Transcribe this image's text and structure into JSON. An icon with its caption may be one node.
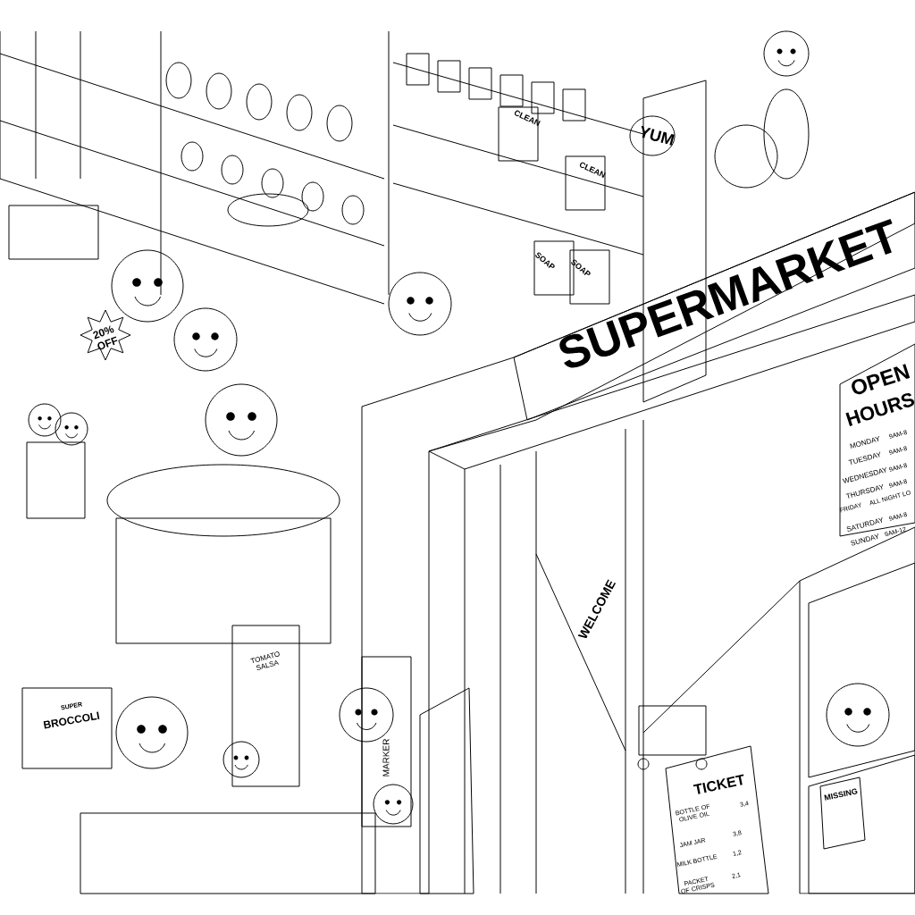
{
  "diagram": {
    "labels": [
      "CLEAN",
      "CLEAN",
      "YUM",
      "SOAP",
      "SOAP",
      "SUPERMARKET",
      "20% OFF",
      "OPEN",
      "HOURS",
      "MONDAY",
      "9AM-8",
      "TUESDAY",
      "9AM-8",
      "WEDNESDAY",
      "9AM-8",
      "THURSDAY",
      "9AM-8",
      "FRIDAY",
      "ALL NIGHT LO",
      "SATURDAY",
      "9AM-8",
      "SUNDAY",
      "9AM-12",
      "WELCOME",
      "TOMATO SALSA",
      "SUPER",
      "BROCCOLI",
      "MARKER",
      "TICKET",
      "BOTTLE OF OLIVE OIL",
      "3,4",
      "JAM JAR",
      "3,8",
      "MILK BOTTLE",
      "1,2",
      "PACKET OF CRISPS",
      "2,1",
      "MISSING"
    ]
  }
}
